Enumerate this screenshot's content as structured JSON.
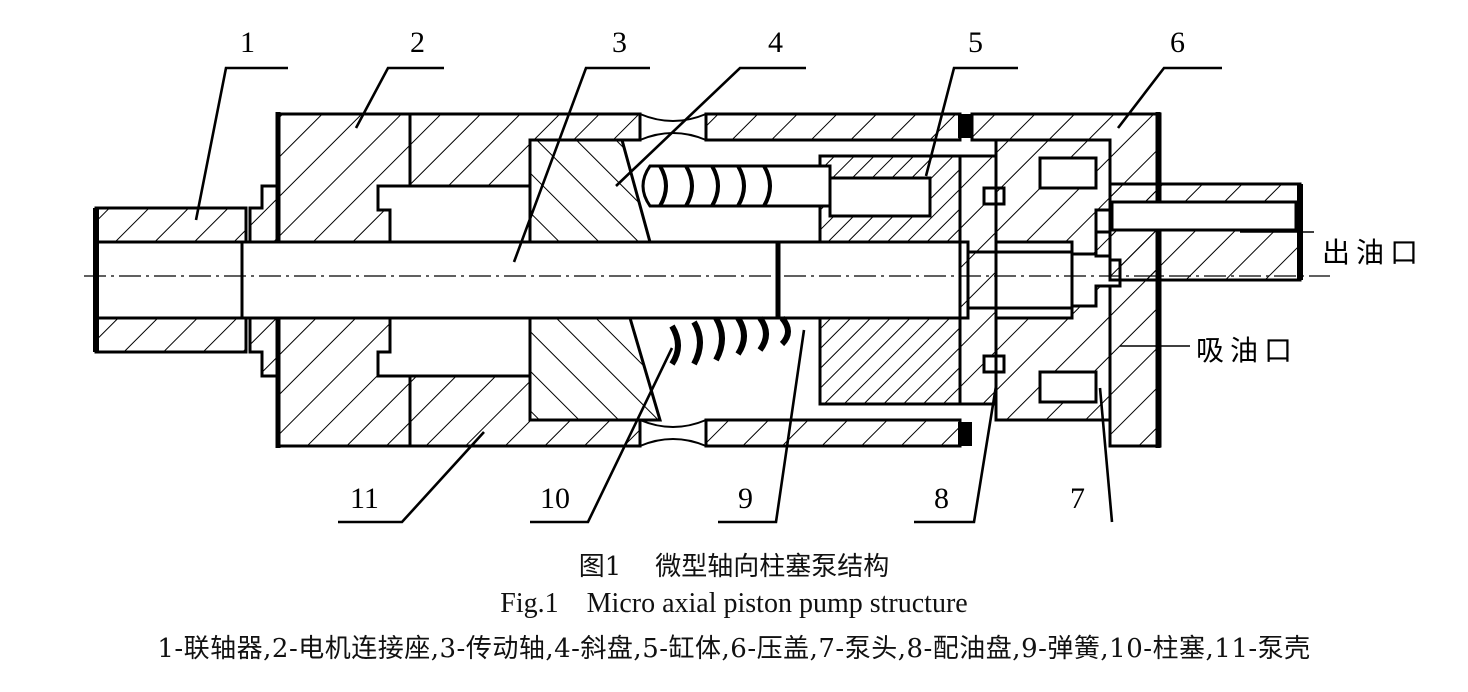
{
  "labels": {
    "l1": "1",
    "l2": "2",
    "l3": "3",
    "l4": "4",
    "l5": "5",
    "l6": "6",
    "l7": "7",
    "l8": "8",
    "l9": "9",
    "l10": "10",
    "l11": "11"
  },
  "ports": {
    "outlet": "出油口",
    "inlet": "吸油口"
  },
  "caption": {
    "cn_fig": "图1",
    "cn_title": "微型轴向柱塞泵结构",
    "en_fig": "Fig.1",
    "en_title": "Micro axial piston pump structure",
    "legend": "1-联轴器,2-电机连接座,3-传动轴,4-斜盘,5-缸体,6-压盖,7-泵头,8-配油盘,9-弹簧,10-柱塞,11-泵壳"
  }
}
